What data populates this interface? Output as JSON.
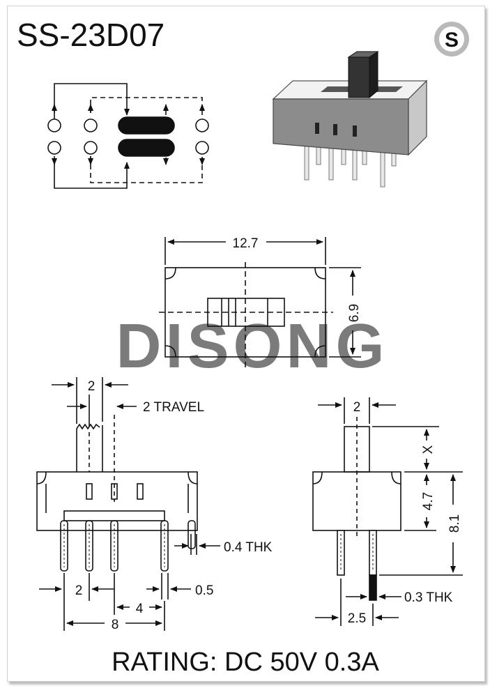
{
  "title": "SS-23D07",
  "brand_mark": "S",
  "watermark": "DISONG",
  "rating": "RATING: DC 50V 0.3A",
  "dimensions": {
    "top_width": "12.7",
    "top_height": "6.9",
    "actuator_width_front": "2",
    "travel": "2 TRAVEL",
    "pin_thickness": "0.4 THK",
    "pin_pitch": "2",
    "pin_width": "0.5",
    "pin_group_pitch": "4",
    "pin_span": "8",
    "actuator_width_side": "2",
    "actuator_height": "X",
    "body_height": "4.7",
    "total_height": "8.1",
    "terminal_thickness": "0.3 THK",
    "row_spacing": "2.5"
  }
}
